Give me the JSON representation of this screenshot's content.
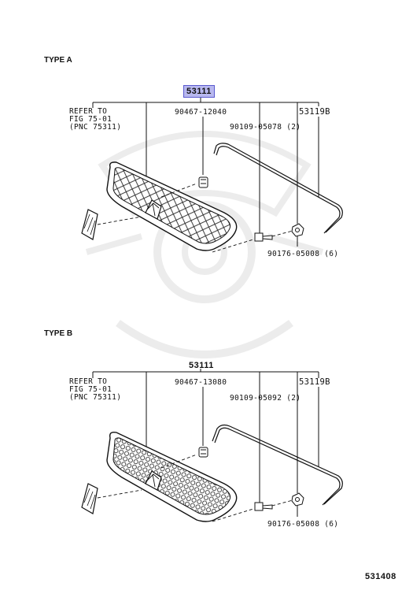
{
  "type_a": {
    "label": "TYPE A",
    "assembly": "53111",
    "refer": [
      "REFER TO",
      "FIG 75-01",
      "(PNC 75311)"
    ],
    "part_clip": "90467-12040",
    "part_right": "53119B",
    "part_screw": "90109-05078 (2)",
    "part_nut": "90176-05008 (6)"
  },
  "type_b": {
    "label": "TYPE B",
    "assembly": "53111",
    "refer": [
      "REFER TO",
      "FIG 75-01",
      "(PNC 75311)"
    ],
    "part_clip": "90467-13080",
    "part_right": "53119B",
    "part_screw": "90109-05092 (2)",
    "part_nut": "90176-05008 (6)"
  },
  "figure_number": "531408",
  "highlight_color": "#b8b8ef"
}
